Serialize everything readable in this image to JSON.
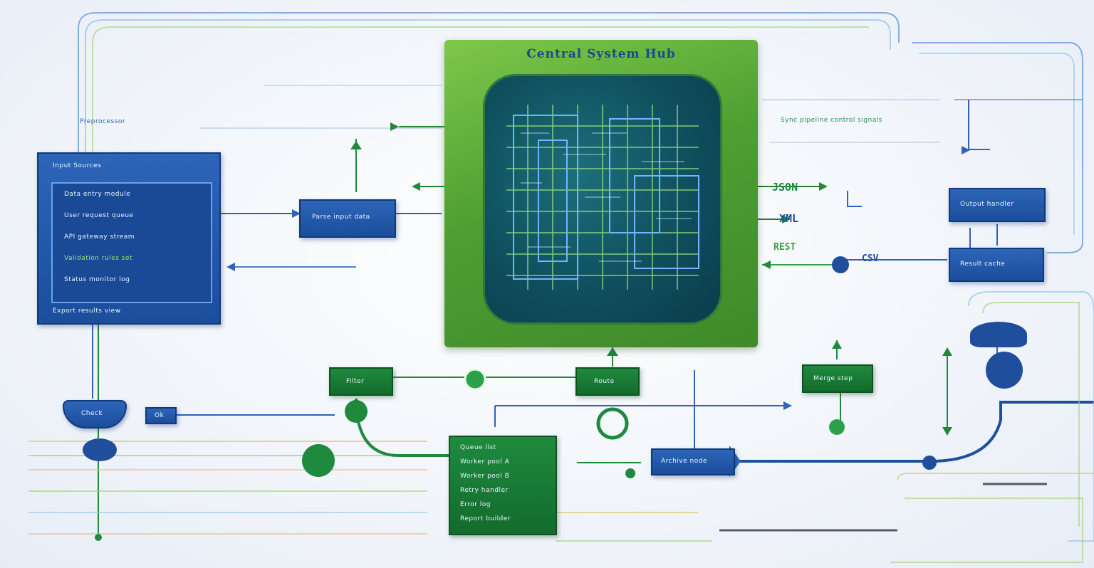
{
  "diagram": {
    "central": {
      "title": "Central System Hub"
    },
    "left_panel": {
      "title": "Input Sources",
      "rows": [
        "Data entry module",
        "User request queue",
        "API gateway stream",
        "Validation rules set",
        "Status monitor log"
      ],
      "footer": "Export results view"
    },
    "small_labels": {
      "top_left": "Preprocessor",
      "mid_left_box": "Parse input data",
      "right_top_box": "Output handler",
      "right_mid_box": "Result cache",
      "bottom_mid_blue": "Archive node",
      "green_left": "Filter",
      "green_center": "Route",
      "green_right": "Merge step",
      "decision_left": "Check",
      "decision_left_b": "Ok",
      "top_right_note": "Sync pipeline control signals"
    },
    "code_tags": [
      "JSON",
      "XML",
      "CSV",
      "REST"
    ],
    "bottom_panel": {
      "rows": [
        "Queue list",
        "Worker pool A",
        "Worker pool B",
        "Retry handler",
        "Error log",
        "Report builder"
      ]
    },
    "colors": {
      "blue": "#1b4e9c",
      "green": "#136b2c",
      "hub": "#4f9f32",
      "accent": "#2a8bd8"
    }
  }
}
